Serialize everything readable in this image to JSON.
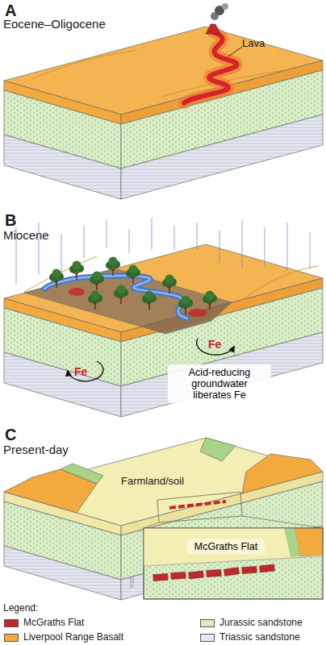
{
  "diagram": {
    "nodes": [
      {
        "text": [
          "Acid-reducing groundwater liberates Fe"
        ]
      },
      {
        "text": [
          "McGraths Flat"
        ]
      }
    ],
    "labels": [
      "A",
      "Eocene–Oligocene",
      "Lava",
      "B",
      "Miocene",
      "Fe",
      "Fe",
      "C",
      "Present-day",
      "Farmland/soil",
      "Legend:",
      "T025"
    ],
    "legend": [
      {
        "text": "McGraths Flat",
        "color": "#c3272b"
      },
      {
        "text": "Liverpool Range Basalt",
        "color": "#f2a93e"
      },
      {
        "text": "Jurassic sandstone",
        "color": "#d9edc6"
      },
      {
        "text": "Triassic sandstone",
        "color": "#e6e8f0"
      }
    ]
  }
}
